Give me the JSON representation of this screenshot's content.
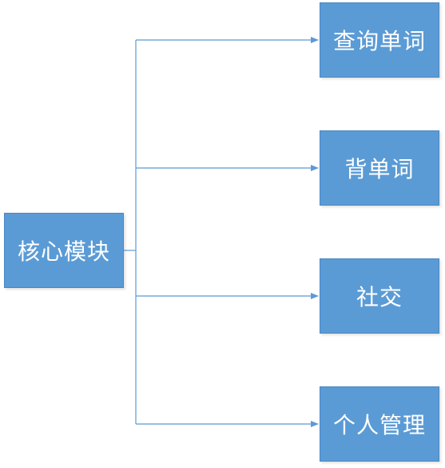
{
  "colors": {
    "node_fill": "#5b9bd5",
    "node_border": "#4a86c4",
    "connector": "#5b9bd5",
    "text": "#ffffff"
  },
  "diagram": {
    "root": {
      "label": "核心模块"
    },
    "children": [
      {
        "label": "查询单词"
      },
      {
        "label": "背单词"
      },
      {
        "label": "社交"
      },
      {
        "label": "个人管理"
      }
    ]
  }
}
